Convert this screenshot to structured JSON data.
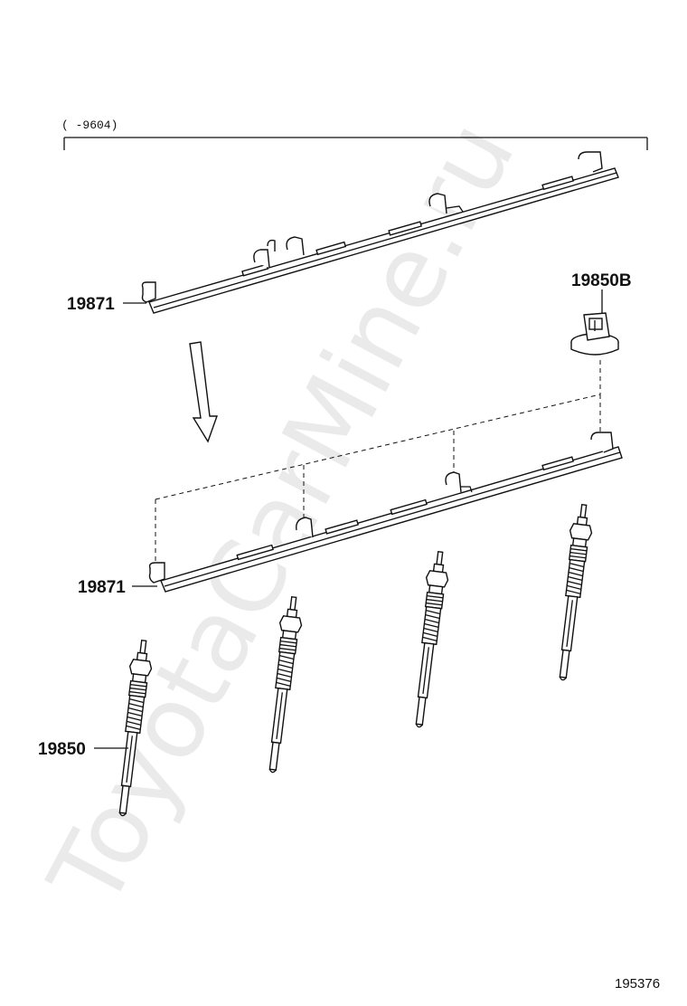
{
  "diagram": {
    "range_label": "(     -9604)",
    "catalog_number": "195376",
    "watermark": "ToyotaCarMine.ru",
    "parts": {
      "bar_upper": "19871",
      "bar_lower": "19871",
      "cap": "19850B",
      "plug": "19850"
    }
  }
}
